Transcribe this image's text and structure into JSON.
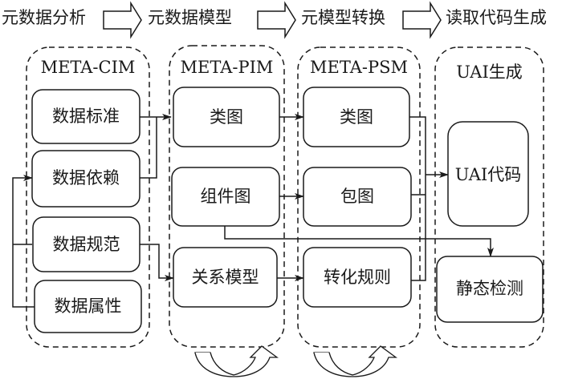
{
  "stages": [
    {
      "label": "元数据分析"
    },
    {
      "label": "元数据模型"
    },
    {
      "label": "元模型转换"
    },
    {
      "label": "读取代码生成"
    }
  ],
  "groups": [
    {
      "title": "META-CIM",
      "nodes": [
        "数据标准",
        "数据依赖",
        "数据规范",
        "数据属性"
      ]
    },
    {
      "title": "META-PIM",
      "nodes": [
        "类图",
        "组件图",
        "关系模型"
      ]
    },
    {
      "title": "META-PSM",
      "nodes": [
        "类图",
        "包图",
        "转化规则"
      ]
    },
    {
      "title": "UAI生成",
      "nodes": [
        "UAI代码",
        "静态检测"
      ]
    }
  ],
  "edges": [
    {
      "from": "数据标准",
      "to": "类图 (META-PIM)"
    },
    {
      "from": "数据依赖",
      "to": "类图 (META-PIM)"
    },
    {
      "from": "数据规范",
      "to": "关系模型"
    },
    {
      "from": "数据属性",
      "to": "数据依赖"
    },
    {
      "from": "数据规范",
      "to": "数据依赖"
    },
    {
      "from": "类图 (META-PIM)",
      "to": "类图 (META-PSM)"
    },
    {
      "from": "组件图",
      "to": "包图"
    },
    {
      "from": "组件图",
      "to": "静态检测"
    },
    {
      "from": "关系模型",
      "to": "转化规则"
    },
    {
      "from": "类图 (META-PSM)",
      "to": "UAI代码"
    },
    {
      "from": "包图",
      "to": "UAI代码"
    },
    {
      "from": "转化规则",
      "to": "UAI代码"
    }
  ],
  "colors": {
    "stroke": "#1a1a1a",
    "cycle_fill": "#c8c8c8"
  }
}
